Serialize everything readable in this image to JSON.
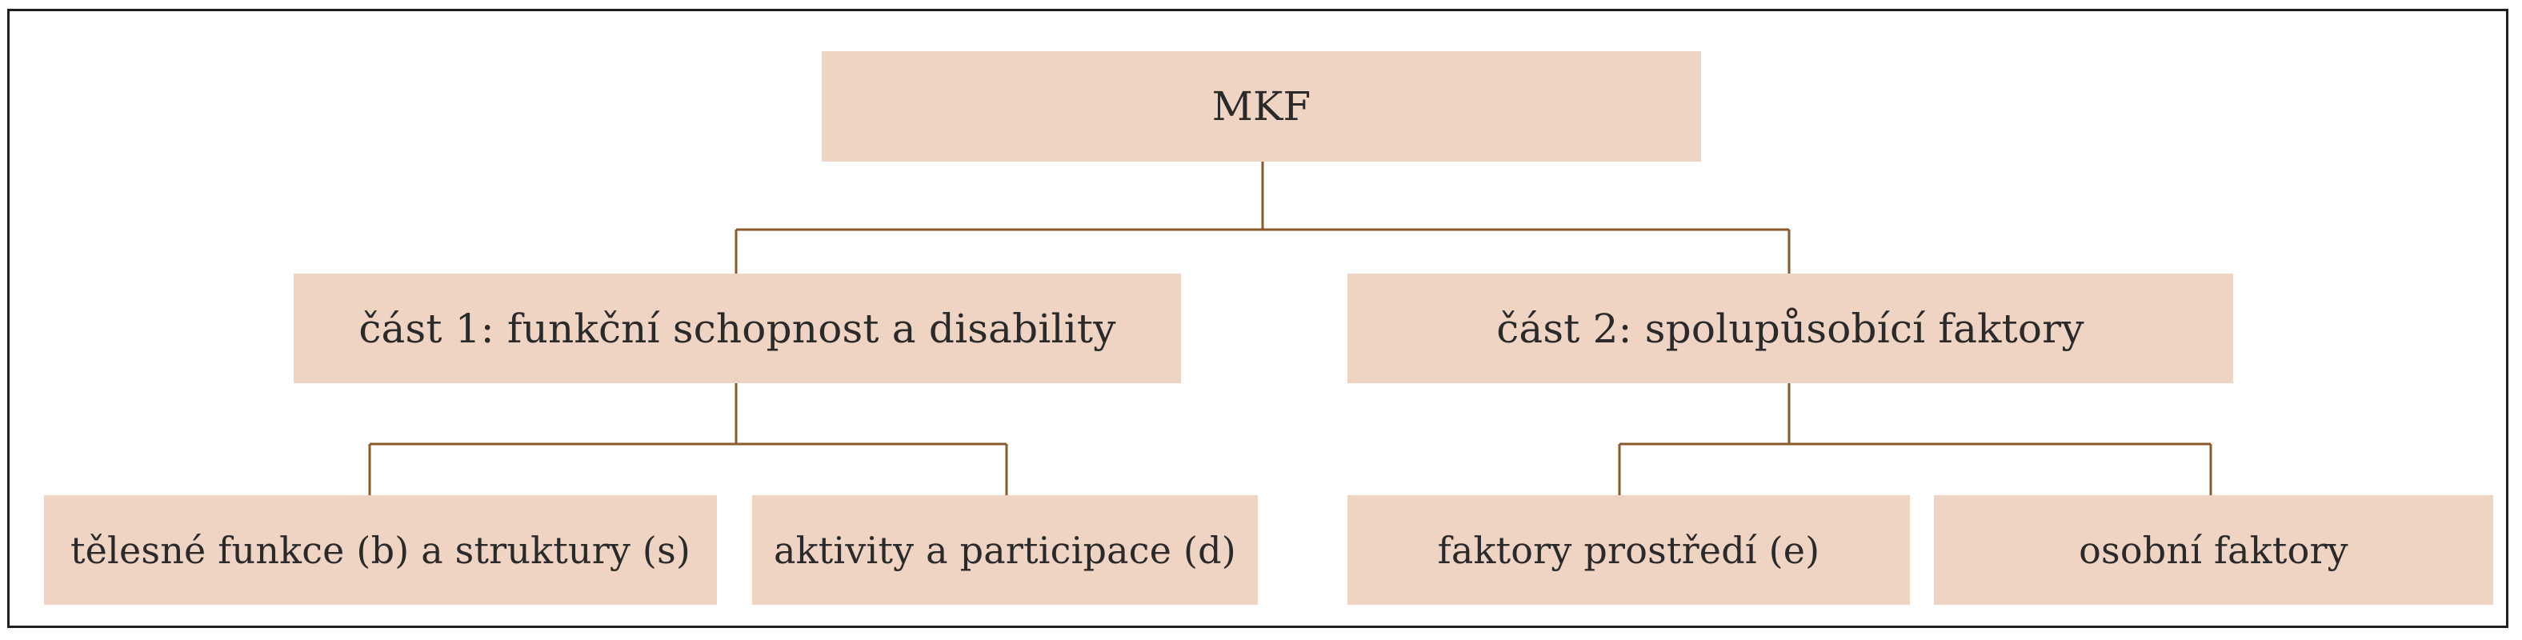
{
  "colors": {
    "box_fill": "#efd4c4",
    "connector": "#8a5a2b",
    "frame": "#1f1f1f",
    "text": "#2a2a2a"
  },
  "diagram": {
    "root": {
      "label": "MKF"
    },
    "parts": [
      {
        "label": "část 1: funkční schopnost a disability",
        "children": [
          {
            "label": "tělesné funkce (b) a struktury (s)"
          },
          {
            "label": "aktivity a participace (d)"
          }
        ]
      },
      {
        "label": "část 2: spolupůsobící faktory",
        "children": [
          {
            "label": "faktory prostředí (e)"
          },
          {
            "label": "osobní faktory"
          }
        ]
      }
    ]
  }
}
